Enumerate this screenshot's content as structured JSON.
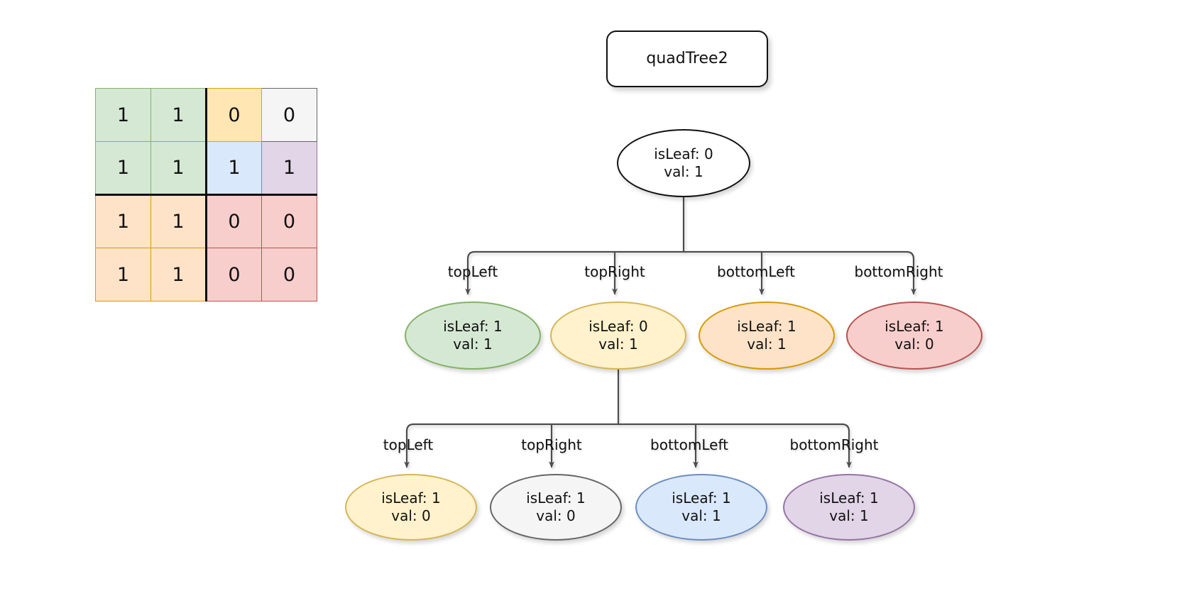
{
  "title_box": {
    "label": "quadTree2",
    "shape": "rounded-rect"
  },
  "matrix": {
    "rows": 4,
    "cols": 4,
    "values": [
      [
        "1",
        "1",
        "0",
        "0"
      ],
      [
        "1",
        "1",
        "1",
        "1"
      ],
      [
        "1",
        "1",
        "0",
        "0"
      ],
      [
        "1",
        "1",
        "0",
        "0"
      ]
    ],
    "cell_colors": [
      [
        "#d5e8d4",
        "#d5e8d4",
        "#ffe6b3",
        "#f5f5f5"
      ],
      [
        "#d5e8d4",
        "#d5e8d4",
        "#dae8fc",
        "#e1d5e7"
      ],
      [
        "#ffe3c8",
        "#ffe3c8",
        "#f8cecc",
        "#f8cecc"
      ],
      [
        "#ffe3c8",
        "#ffe3c8",
        "#f8cecc",
        "#f8cecc"
      ]
    ],
    "cell_borders": [
      [
        "#82b366",
        "#82b366",
        "#d6a419",
        "#666666"
      ],
      [
        "#82b366",
        "#82b366",
        "#6c8ebf",
        "#9673a6"
      ],
      [
        "#d79b00",
        "#d79b00",
        "#b85450",
        "#b85450"
      ],
      [
        "#d79b00",
        "#d79b00",
        "#b85450",
        "#b85450"
      ]
    ]
  },
  "tree": {
    "root": {
      "line1": "isLeaf: 0",
      "line2": "val: 1",
      "fill": "#ffffff",
      "stroke": "#111111"
    },
    "level2_edge_labels": [
      "topLeft",
      "topRight",
      "bottomLeft",
      "bottomRight"
    ],
    "level2": [
      {
        "line1": "isLeaf: 1",
        "line2": "val: 1",
        "fill": "#d5e8d4",
        "stroke": "#82b366"
      },
      {
        "line1": "isLeaf: 0",
        "line2": "val: 1",
        "fill": "#fff2cc",
        "stroke": "#d6b656"
      },
      {
        "line1": "isLeaf: 1",
        "line2": "val: 1",
        "fill": "#ffe3c8",
        "stroke": "#d79b00"
      },
      {
        "line1": "isLeaf: 1",
        "line2": "val: 0",
        "fill": "#f8cecc",
        "stroke": "#b85450"
      }
    ],
    "level3_edge_labels": [
      "topLeft",
      "topRight",
      "bottomLeft",
      "bottomRight"
    ],
    "level3": [
      {
        "line1": "isLeaf: 1",
        "line2": "val: 0",
        "fill": "#fff2cc",
        "stroke": "#d6b656"
      },
      {
        "line1": "isLeaf: 1",
        "line2": "val: 0",
        "fill": "#f5f5f5",
        "stroke": "#666666"
      },
      {
        "line1": "isLeaf: 1",
        "line2": "val: 1",
        "fill": "#dae8fc",
        "stroke": "#6c8ebf"
      },
      {
        "line1": "isLeaf: 1",
        "line2": "val: 1",
        "fill": "#e1d5e7",
        "stroke": "#9673a6"
      }
    ]
  },
  "colors": {
    "edge_stroke": "#4d4d4d",
    "text": "#111111",
    "background": "#ffffff"
  }
}
